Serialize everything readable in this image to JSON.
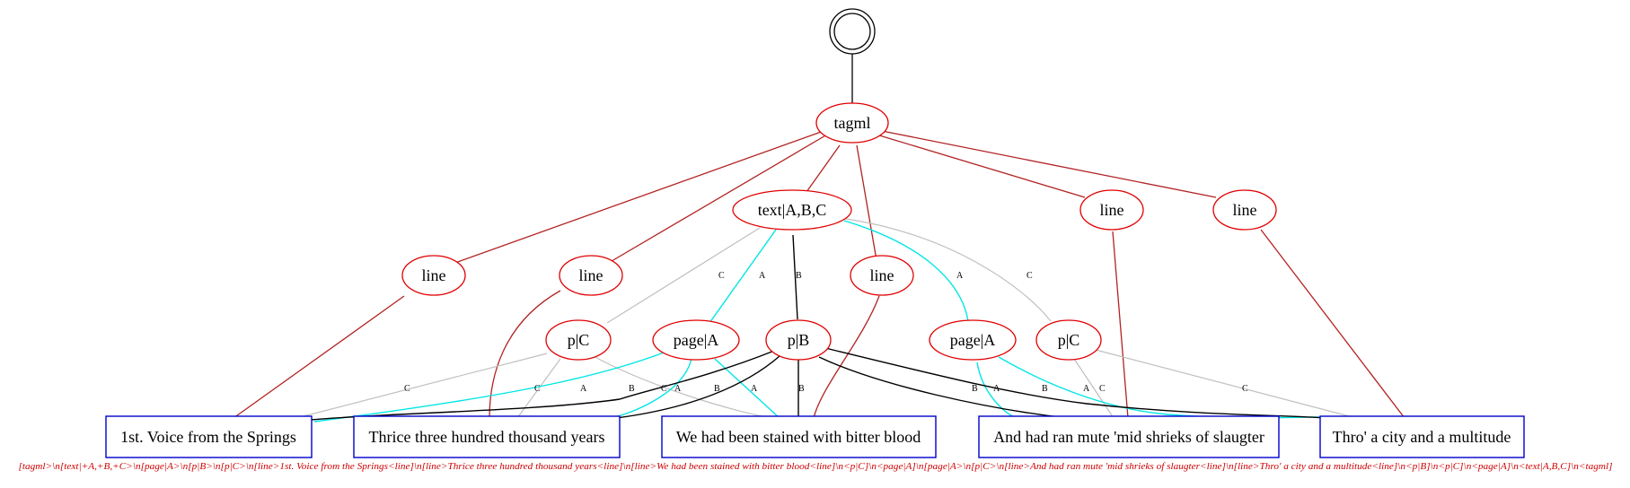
{
  "root_node": "",
  "nodes": {
    "tagml": "tagml",
    "text": "text|A,B,C",
    "line1": "line",
    "line2": "line",
    "line3": "line",
    "line4": "line",
    "line5": "line",
    "pC1": "p|C",
    "pageA1": "page|A",
    "pB": "p|B",
    "pageA2": "page|A",
    "pC2": "p|C"
  },
  "text_nodes": {
    "t1": "1st. Voice from the Springs",
    "t2": "Thrice three hundred thousand years",
    "t3": "We had been stained with bitter blood",
    "t4": "And had ran mute 'mid shrieks of slaugter",
    "t5": "Thro' a city and a multitude"
  },
  "edge_labels": {
    "text_pC1": "C",
    "text_pageA1": "A",
    "text_pB": "B",
    "text_pageA2": "A",
    "text_pC2": "C",
    "pC1_t1": "C",
    "pC1_t2": "C",
    "pC1_t3": "C",
    "pageA1_t1": "A",
    "pageA1_t2": "A",
    "pageA1_t3": "A",
    "pB_t1": "B",
    "pB_t2": "B",
    "pB_t3": "B",
    "pB_t4": "B",
    "pB_t5": "B",
    "pageA2_t4": "A",
    "pageA2_t5": "A",
    "pC2_t4": "C",
    "pC2_t5": "C"
  },
  "caption": "[tagml>\\n[text|+A,+B,+C>\\n[page|A>\\n[p|B>\\n[p|C>\\n[line>1st. Voice from the Springs<line]\\n[line>Thrice three hundred thousand years<line]\\n[line>We had been stained with bitter blood<line]\\n<p|C]\\n<page|A]\\n[page|A>\\n[p|C>\\n[line>And had ran mute 'mid shrieks of slaugter<line]\\n[line>Thro' a city and a multitude<line]\\n<p|B]\\n<p|C]\\n<page|A]\\n<text|A,B,C]\\n<tagml]",
  "colors": {
    "markup_border": "#e00000",
    "markup_edge": "#b22222",
    "text_border": "#0000cc",
    "layer_A": "#00e5e5",
    "layer_B": "#000000",
    "layer_C": "#c0c0c0",
    "caption": "#cc0000"
  }
}
